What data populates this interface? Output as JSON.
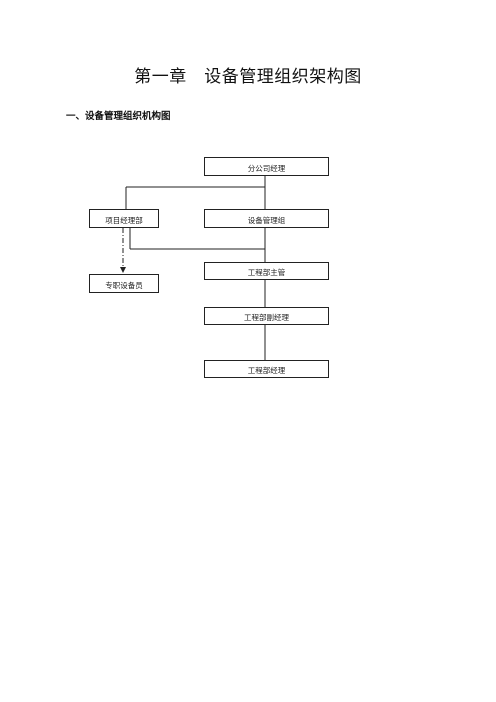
{
  "page": {
    "title": "第一章　设备管理组织架构图",
    "section_heading": "一、设备管理组织机构图"
  },
  "org_chart": {
    "nodes": [
      {
        "id": "top",
        "label": "分公司经理"
      },
      {
        "id": "mgmt",
        "label": "项目经理部"
      },
      {
        "id": "dept",
        "label": "设备管理组"
      },
      {
        "id": "staff",
        "label": "专职设备员"
      },
      {
        "id": "eng_head",
        "label": "工程部主管"
      },
      {
        "id": "eng_vice",
        "label": "工程部副经理"
      },
      {
        "id": "eng_mgr",
        "label": "工程部经理"
      }
    ],
    "edges": [
      {
        "from": "top",
        "to": "mgmt",
        "style": "solid"
      },
      {
        "from": "top",
        "to": "dept",
        "style": "solid"
      },
      {
        "from": "mgmt",
        "to": "eng_head",
        "style": "solid"
      },
      {
        "from": "mgmt",
        "to": "staff",
        "style": "dash-dot-arrow"
      },
      {
        "from": "eng_head",
        "to": "eng_vice",
        "style": "solid"
      },
      {
        "from": "eng_vice",
        "to": "eng_mgr",
        "style": "solid"
      }
    ]
  }
}
